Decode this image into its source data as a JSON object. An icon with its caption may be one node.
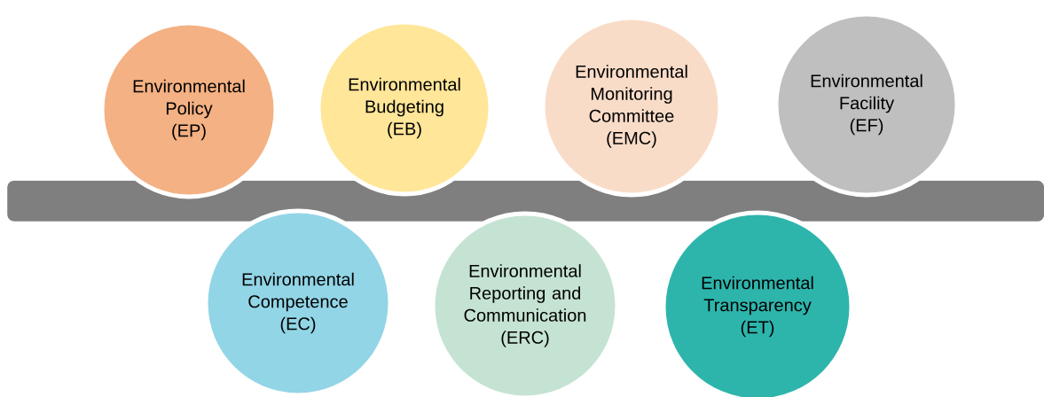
{
  "diagram": {
    "nodes": [
      {
        "text": [
          "Environmental Policy",
          "(EP)"
        ]
      },
      {
        "text": [
          "Environmental Budgeting",
          "(EB)"
        ]
      },
      {
        "text": [
          "Environmental Monitoring Committee",
          "(EMC)"
        ]
      },
      {
        "text": [
          "Environmental Facility",
          "(EF)"
        ]
      },
      {
        "text": [
          "Environmental Competence",
          "(EC)"
        ]
      },
      {
        "text": [
          "Environmental Reporting and Communication",
          "(ERC)"
        ]
      },
      {
        "text": [
          "Environmental Transparency",
          "(ET)"
        ]
      },
      {
        "text": [],
        "shape": "bar"
      }
    ]
  }
}
